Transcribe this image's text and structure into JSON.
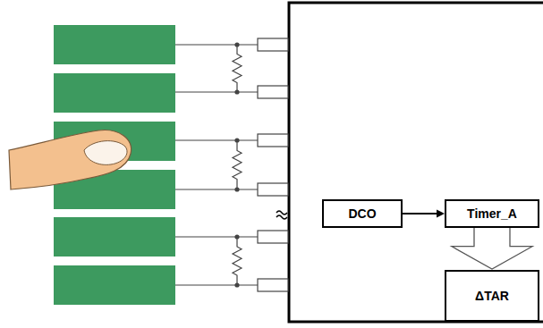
{
  "diagram": {
    "nodes": [
      {
        "text": [
          "DCO"
        ]
      },
      {
        "text": [
          "Timer_A"
        ]
      },
      {
        "text": [
          "ΔTAR"
        ]
      }
    ],
    "edges": [
      {
        "from": 0,
        "to": 1,
        "arrow": "to"
      },
      {
        "from": 1,
        "to": 2,
        "arrow": "to"
      }
    ]
  }
}
